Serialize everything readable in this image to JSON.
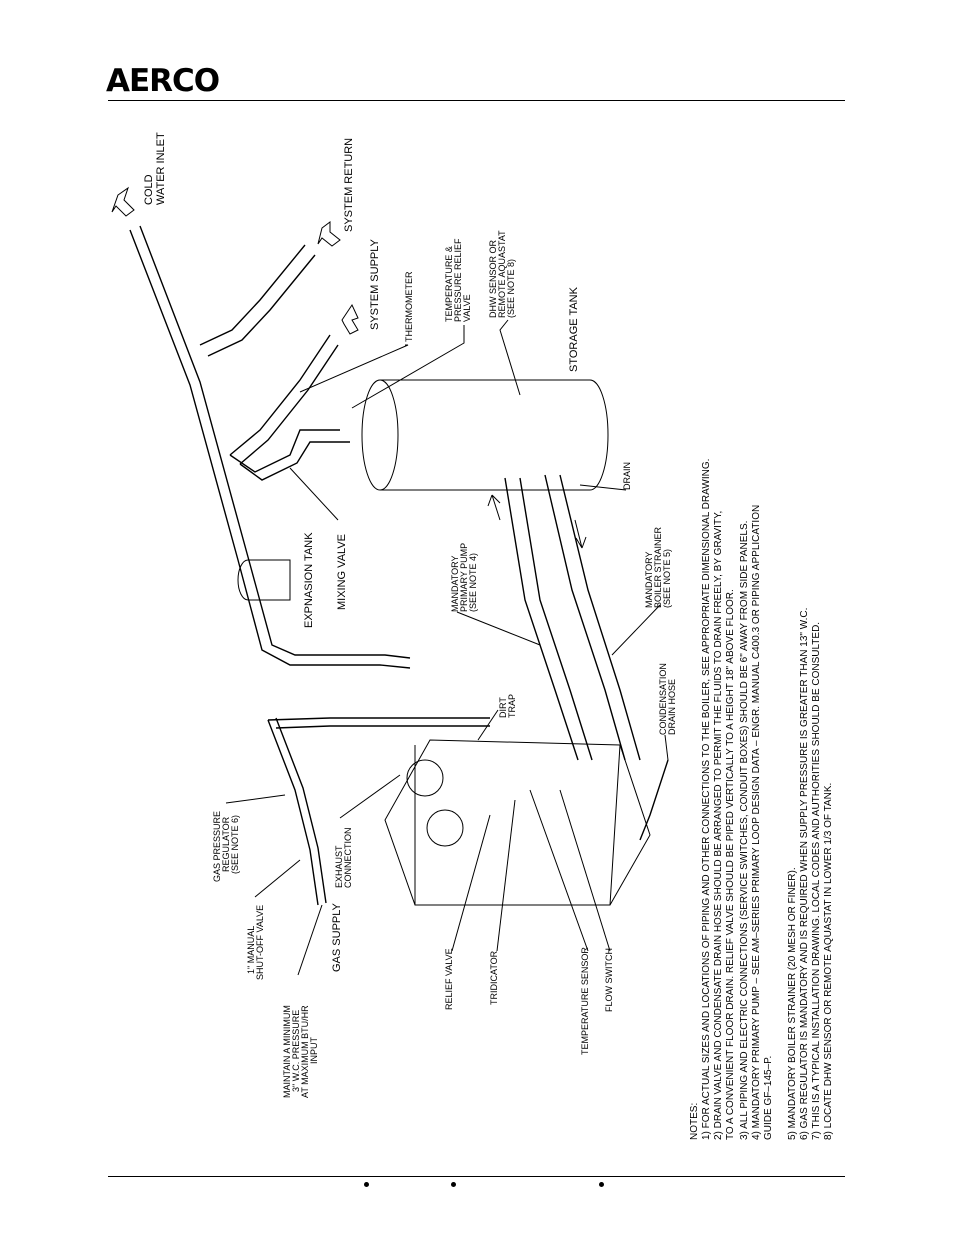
{
  "header": {
    "brand": "AERCO"
  },
  "labels": {
    "cold_water_inlet": [
      "COLD",
      "WATER  INLET"
    ],
    "system_return": "SYSTEM  RETURN",
    "system_supply": "SYSTEM  SUPPLY",
    "thermometer": "THERMOMETER",
    "tp_relief": [
      "TEMPERATURE &",
      "PRESSURE RELIEF",
      "VALVE"
    ],
    "dhw_sensor": [
      "DHW SENSOR OR",
      "REMOTE AQUASTAT",
      "(SEE NOTE 8)"
    ],
    "storage_tank": "STORAGE  TANK",
    "drain": "DRAIN",
    "mandatory_strainer": [
      "MANDATORY",
      "BOILER STRAINER",
      "(SEE NOTE 5)"
    ],
    "mandatory_pump": [
      "MANDATORY",
      "PRIMARY PUMP",
      "(SEE NOTE 4)"
    ],
    "mixing_valve": "MIXING  VALVE",
    "expansion_tank": "EXPNASION  TANK",
    "dirt_trap": [
      "DIRT",
      "TRAP"
    ],
    "condensation_hose": [
      "CONDENSATION",
      "DRAIN HOSE"
    ],
    "gas_regulator": [
      "GAS PRESSURE",
      "REGULATOR",
      "(SEE NOTE 6)"
    ],
    "exhaust": [
      "EXHAUST",
      "CONNECTION"
    ],
    "gas_supply": "GAS  SUPPLY",
    "shutoff_valve": [
      "1\" MANUAL",
      "SHUT-OFF VALVE"
    ],
    "min_pressure": [
      "MAINTAIN A MINIMUM",
      "3\" W.C. PRESSURE",
      "AT MAXIMUM BTU/HR",
      "INPUT"
    ],
    "relief_valve": "RELIEF  VALVE",
    "tridicator": "TRIDICATOR",
    "temperature_sensor": "TEMPERATURE  SENSOR",
    "flow_switch": "FLOW  SWITCH"
  },
  "notes": {
    "heading": "NOTES:",
    "lines": [
      "1)  FOR  ACTUAL  SIZES  AND  LOCATIONS  OF  PIPING  AND  OTHER  CONNECTIONS  TO  THE  BOILER,  SEE  APPROPRIATE  DIMENSIONAL  DRAWING.",
      "2)  DRAIN  VALVE  AND  CONDENSATE  DRAIN  HOSE  SHOULD  BE  ARRANGED  TO  PERMIT  THE  FLUIDS  TO  DRAIN  FREELY,  BY  GRAVITY,",
      "       TO  A  CONVENIENT  FLOOR  DRAIN.   RELIEF  VALVE  SHOULD  BE  PIPED  VERTICALLY  TO  A  HEIGHT  18\"  ABOVE  FLOOR.",
      "3)  ALL  PIPING  AND  ELECTRIC  CONNECTIONS  (SERVICE  SWITCHES,  CONDUIT  BOXES)  SHOULD  BE  6\"  AWAY  FROM  SIDE  PANELS.",
      "4)  MANDATORY  PRIMARY  PUMP  –  SEE  AM–SERIES  PRIMARY  LOOP  DESIGN  DATA  –  ENGR.  MANUAL  C400.3  OR  PIPING  APPLICATION",
      "       GUIDE  GF–145–P.",
      "5)  MANDATORY  BOILER  STRAINER  (20  MESH  OR  FINER).",
      "6)  GAS  REGULATOR  IS  MANDATORY  AND  IS  REQUIRED  WHEN  SUPPLY  PRESSURE  IS  GREATER  THAN  13\"  W.C.",
      "7)  THIS  IS  A  TYPICAL  INSTALLATION  DRAWING.    LOCAL  CODES  AND  AUTHORITIES  SHOULD  BE  CONSULTED.",
      "8)  LOCATE  DHW  SENSOR  OR  REMOTE  AQUASTAT  IN  LOWER  1/3  OF  TANK."
    ]
  }
}
